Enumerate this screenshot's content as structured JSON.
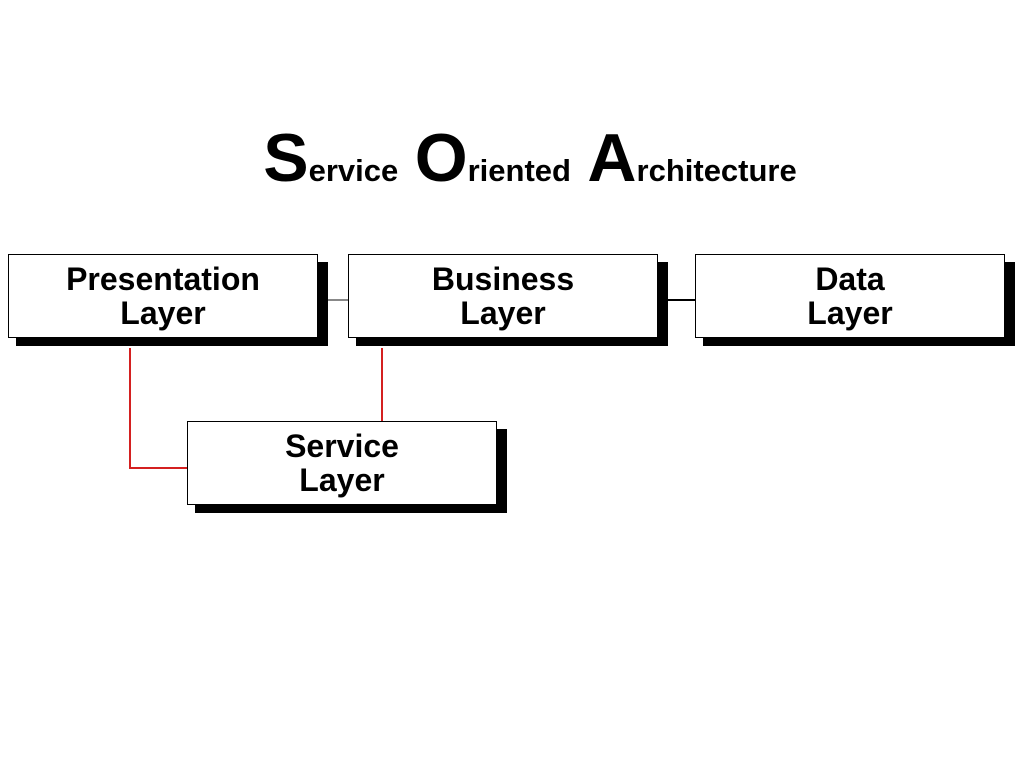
{
  "title": {
    "word1_initial": "S",
    "word1_rest": "ervice",
    "word2_initial": "O",
    "word2_rest": "riented",
    "word3_initial": "A",
    "word3_rest": "rchitecture"
  },
  "layers": {
    "presentation": {
      "line1": "Presentation",
      "line2": "Layer"
    },
    "business": {
      "line1": "Business",
      "line2": "Layer"
    },
    "data": {
      "line1": "Data",
      "line2": "Layer"
    },
    "service": {
      "line1": "Service",
      "line2": "Layer"
    }
  },
  "colors": {
    "service_connector": "#d42020",
    "presentation_business_connector": "#888888",
    "business_data_connector": "#000000"
  }
}
